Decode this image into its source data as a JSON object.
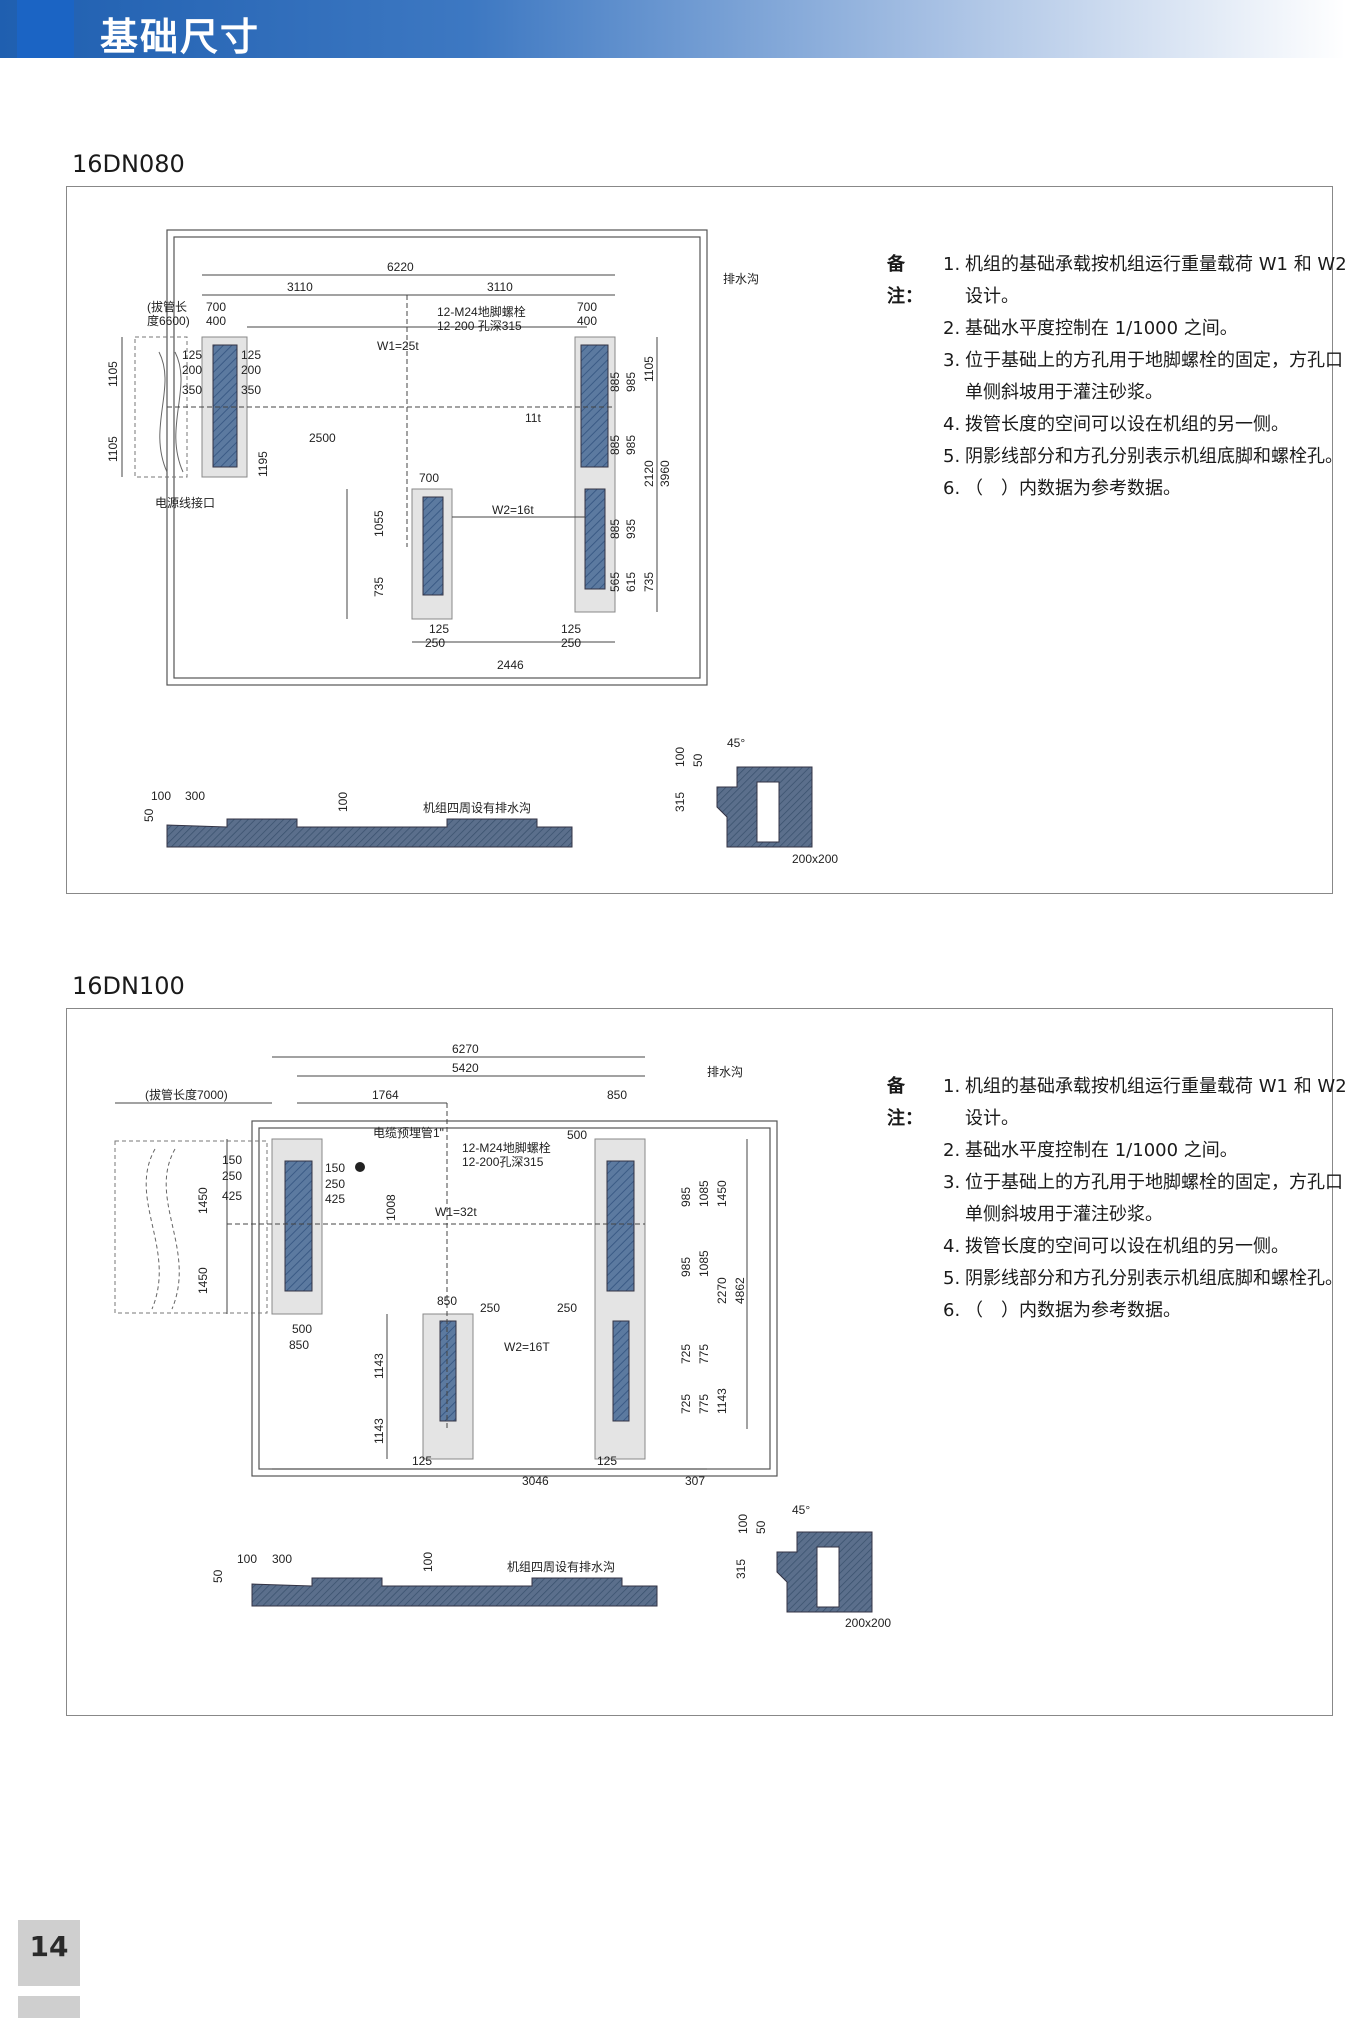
{
  "page": {
    "title": "基础尺寸",
    "page_number": "14"
  },
  "sections": [
    {
      "model": "16DN080",
      "notes_head": "备注：",
      "notes": [
        {
          "num": "1.",
          "line1": "机组的基础承载按机组运行重量载荷 W1 和 W2",
          "line2": "设计。"
        },
        {
          "num": "2.",
          "line1": "基础水平度控制在 1/1000 之间。",
          "line2": ""
        },
        {
          "num": "3.",
          "line1": "位于基础上的方孔用于地脚螺栓的固定，方孔口",
          "line2": "单侧斜坡用于灌注砂浆。"
        },
        {
          "num": "4.",
          "line1": "拨管长度的空间可以设在机组的另一侧。",
          "line2": ""
        },
        {
          "num": "5.",
          "line1": "阴影线部分和方孔分别表示机组底脚和螺栓孔。",
          "line2": ""
        },
        {
          "num": "6.",
          "line1": "（　）内数据为参考数据。",
          "line2": ""
        }
      ],
      "dims": {
        "d6220": "6220",
        "d3110a": "3110",
        "d3110b": "3110",
        "d700a": "700",
        "d400a": "400",
        "d700b": "700",
        "d400b": "400",
        "tube": "(拔管长",
        "tube2": "度6600)",
        "bolt1": "12-M24地脚螺栓",
        "bolt2": "12-200 孔深315",
        "w1": "W1=25t",
        "w2": "W2=16t",
        "t11": "11t",
        "drain": "排水沟",
        "power": "电源线接口",
        "d125a": "125",
        "d200a": "200",
        "d350a": "350",
        "d125b": "125",
        "d200b": "200",
        "d350b": "350",
        "d1105a": "1105",
        "d1105b": "1105",
        "d1195": "1195",
        "d2500": "2500",
        "d885a": "885",
        "d985a": "985",
        "d885b": "885",
        "d985b": "985",
        "d1105c": "1105",
        "d2120": "2120",
        "d3960": "3960",
        "d885c": "885",
        "d935": "935",
        "d565": "565",
        "d615": "615",
        "d735a": "735",
        "d700c": "700",
        "d1055": "1055",
        "d735b": "735",
        "d125c": "125",
        "d250a": "250",
        "d125d": "125",
        "d250b": "250",
        "d2446": "2446"
      },
      "section_dims": {
        "d100": "100",
        "d300": "300",
        "d50": "50",
        "d100v": "100",
        "note": "机组四周设有排水沟"
      },
      "detail_dims": {
        "d100": "100",
        "d50": "50",
        "angle": "45°",
        "d315": "315",
        "hole": "200x200"
      }
    },
    {
      "model": "16DN100",
      "notes_head": "备注：",
      "notes": [
        {
          "num": "1.",
          "line1": "机组的基础承载按机组运行重量载荷 W1 和 W2",
          "line2": "设计。"
        },
        {
          "num": "2.",
          "line1": "基础水平度控制在 1/1000 之间。",
          "line2": ""
        },
        {
          "num": "3.",
          "line1": "位于基础上的方孔用于地脚螺栓的固定，方孔口",
          "line2": "单侧斜坡用于灌注砂浆。"
        },
        {
          "num": "4.",
          "line1": "拨管长度的空间可以设在机组的另一侧。",
          "line2": ""
        },
        {
          "num": "5.",
          "line1": "阴影线部分和方孔分别表示机组底脚和螺栓孔。",
          "line2": ""
        },
        {
          "num": "6.",
          "line1": "（　）内数据为参考数据。",
          "line2": ""
        }
      ],
      "dims": {
        "d6270": "6270",
        "d5420": "5420",
        "d1764": "1764",
        "d850a": "850",
        "d500a": "500",
        "tube": "(拔管长度7000)",
        "cable": "电缆预埋管1\"",
        "bolt1": "12-M24地脚螺栓",
        "bolt2": "12-200孔深315",
        "w1": "W1=32t",
        "w2": "W2=16T",
        "drain": "排水沟",
        "d150a": "150",
        "d250a": "250",
        "d425a": "425",
        "d150b": "150",
        "d250b": "250",
        "d425b": "425",
        "d1450a": "1450",
        "d1450b": "1450",
        "d1008": "1008",
        "d500b": "500",
        "d850b": "850",
        "d985a": "985",
        "d1085a": "1085",
        "d1450c": "1450",
        "d985b": "985",
        "d1085b": "1085",
        "d2270": "2270",
        "d4862": "4862",
        "d850c": "850",
        "d250c": "250",
        "d250d": "250",
        "d1143a": "1143",
        "d1143b": "1143",
        "d725a": "725",
        "d775a": "775",
        "d725b": "725",
        "d775b": "775",
        "d1143c": "1143",
        "d125a": "125",
        "d125b": "125",
        "d3046": "3046",
        "d307": "307"
      },
      "section_dims": {
        "d100": "100",
        "d300": "300",
        "d50": "50",
        "d100v": "100",
        "note": "机组四周设有排水沟"
      },
      "detail_dims": {
        "d100": "100",
        "d50": "50",
        "angle": "45°",
        "d315": "315",
        "hole": "200x200"
      }
    }
  ]
}
